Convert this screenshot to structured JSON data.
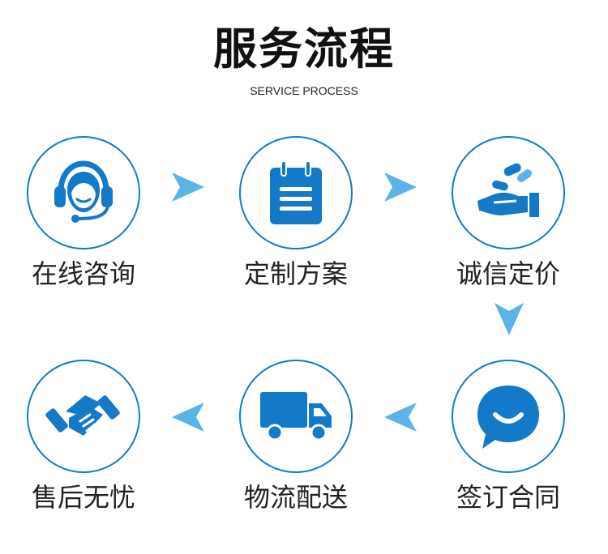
{
  "header": {
    "title": "服务流程",
    "subtitle": "SERVICE PROCESS"
  },
  "colors": {
    "primary": "#1479c9",
    "arrow": "#5bb3ea"
  },
  "steps": [
    {
      "label": "在线咨询",
      "icon": "headset-agent-icon"
    },
    {
      "label": "定制方案",
      "icon": "notepad-icon"
    },
    {
      "label": "诚信定价",
      "icon": "hand-pills-icon"
    },
    {
      "label": "签订合同",
      "icon": "chat-bubble-icon"
    },
    {
      "label": "物流配送",
      "icon": "delivery-truck-icon"
    },
    {
      "label": "售后无忧",
      "icon": "handshake-icon"
    }
  ]
}
